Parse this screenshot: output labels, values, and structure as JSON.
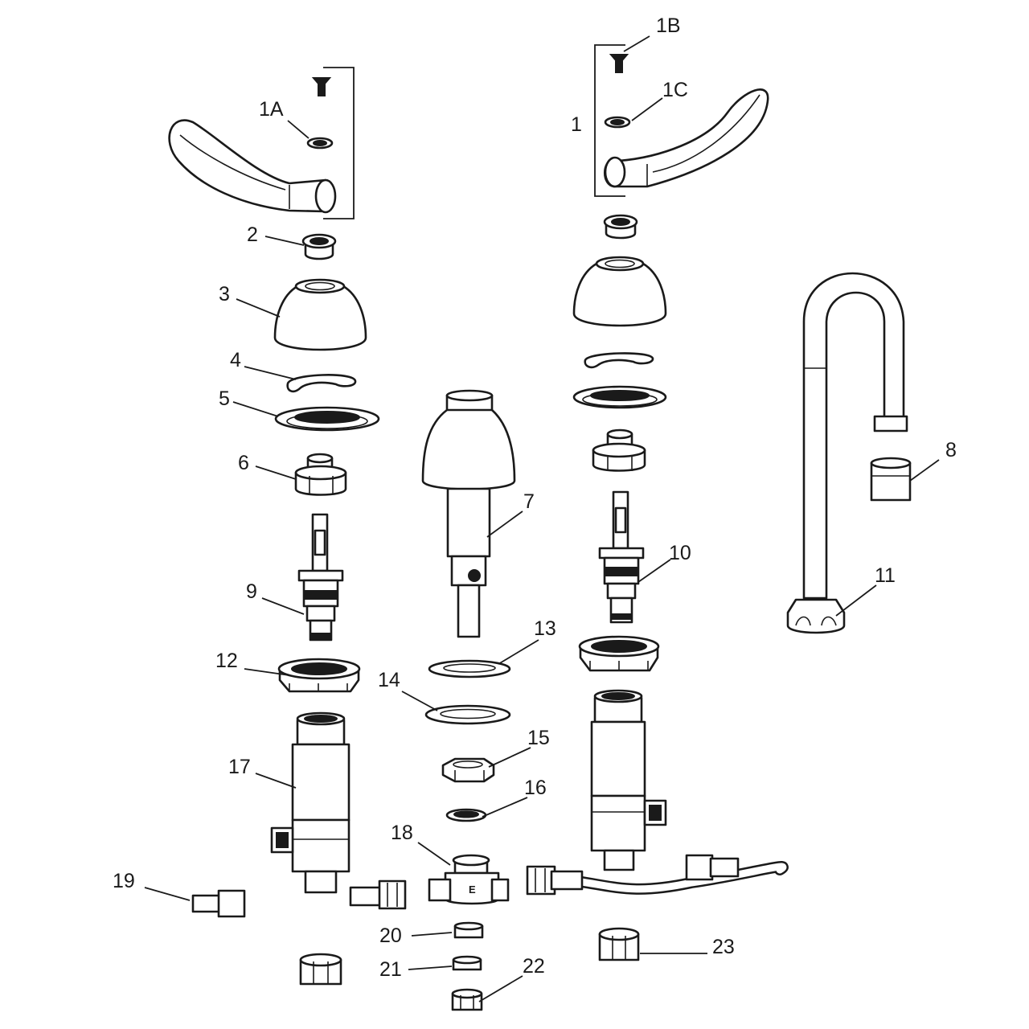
{
  "diagram": {
    "callouts": [
      {
        "id": "c1",
        "label": "1"
      },
      {
        "id": "c1A",
        "label": "1A"
      },
      {
        "id": "c1B",
        "label": "1B"
      },
      {
        "id": "c1C",
        "label": "1C"
      },
      {
        "id": "c2",
        "label": "2"
      },
      {
        "id": "c3",
        "label": "3"
      },
      {
        "id": "c4",
        "label": "4"
      },
      {
        "id": "c5",
        "label": "5"
      },
      {
        "id": "c6",
        "label": "6"
      },
      {
        "id": "c7",
        "label": "7"
      },
      {
        "id": "c8",
        "label": "8"
      },
      {
        "id": "c9",
        "label": "9"
      },
      {
        "id": "c10",
        "label": "10"
      },
      {
        "id": "c11",
        "label": "11"
      },
      {
        "id": "c12",
        "label": "12"
      },
      {
        "id": "c13",
        "label": "13"
      },
      {
        "id": "c14",
        "label": "14"
      },
      {
        "id": "c15",
        "label": "15"
      },
      {
        "id": "c16",
        "label": "16"
      },
      {
        "id": "c17",
        "label": "17"
      },
      {
        "id": "c18",
        "label": "18"
      },
      {
        "id": "c19",
        "label": "19"
      },
      {
        "id": "c20",
        "label": "20"
      },
      {
        "id": "c21",
        "label": "21"
      },
      {
        "id": "c22",
        "label": "22"
      },
      {
        "id": "c23",
        "label": "23"
      }
    ],
    "tee_marking": "E"
  }
}
